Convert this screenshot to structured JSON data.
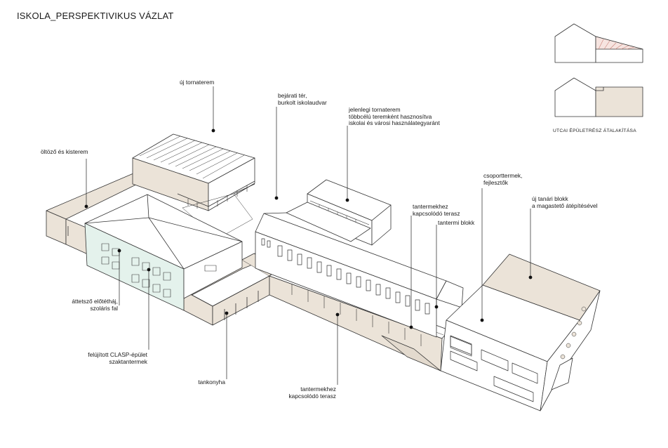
{
  "title": "ISKOLA_PERSPEKTIVIKUS VÁZLAT",
  "labels": {
    "uj_tornaterem": "új tornaterem",
    "bejarati_ter": "bejárati tér,\nburkolt iskolaudvar",
    "jelenlegi_tornaterem": "jelenlegi tornaterem\ntöbbcélú teremként hasznosítva\niskolai és városi használategyaránt",
    "oltozo": "öltöző és kisterem",
    "csoporttermek": "csoporttermek,\nfejlesztők",
    "uj_tanari_blokk": "új tanári blokk\na magastető átépítésével",
    "terasz_top": "tantermekhez\nkapcsolódó terasz",
    "tantermi_blokk": "tantermi blokk",
    "attetszo": "áttetsző előtétháj,\nszoláris fal",
    "clasp": "felújított CLASP-épület\nszaktantermek",
    "tankonyha": "tankonyha",
    "terasz_bottom": "tantermekhez\nkapcsolódó terasz"
  },
  "inset": {
    "caption": "UTCAI ÉPÜLETRÉSZ ÁTALAKÍTÁSA"
  },
  "colors": {
    "fill": "#ebe3d8",
    "line": "#333333",
    "glass": "#e4f2ec",
    "hatch": "#c98278"
  }
}
